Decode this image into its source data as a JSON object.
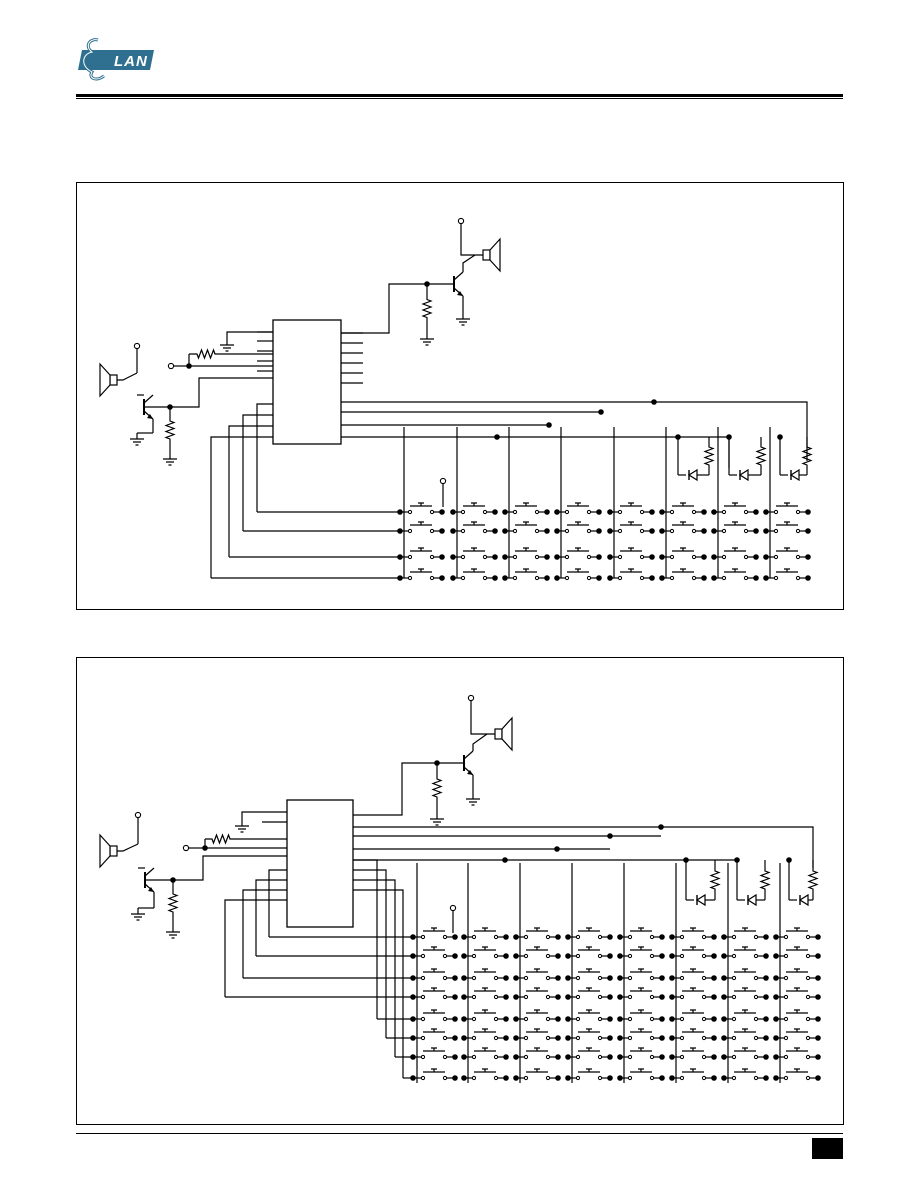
{
  "logo": {
    "text": "LAN",
    "initial": "E",
    "color": "#2f6f8f"
  },
  "panel_a": {
    "switch_rows": 4,
    "switch_cols": 8
  },
  "panel_b": {
    "switch_rows": 8,
    "switch_cols": 8
  },
  "page_number": ""
}
